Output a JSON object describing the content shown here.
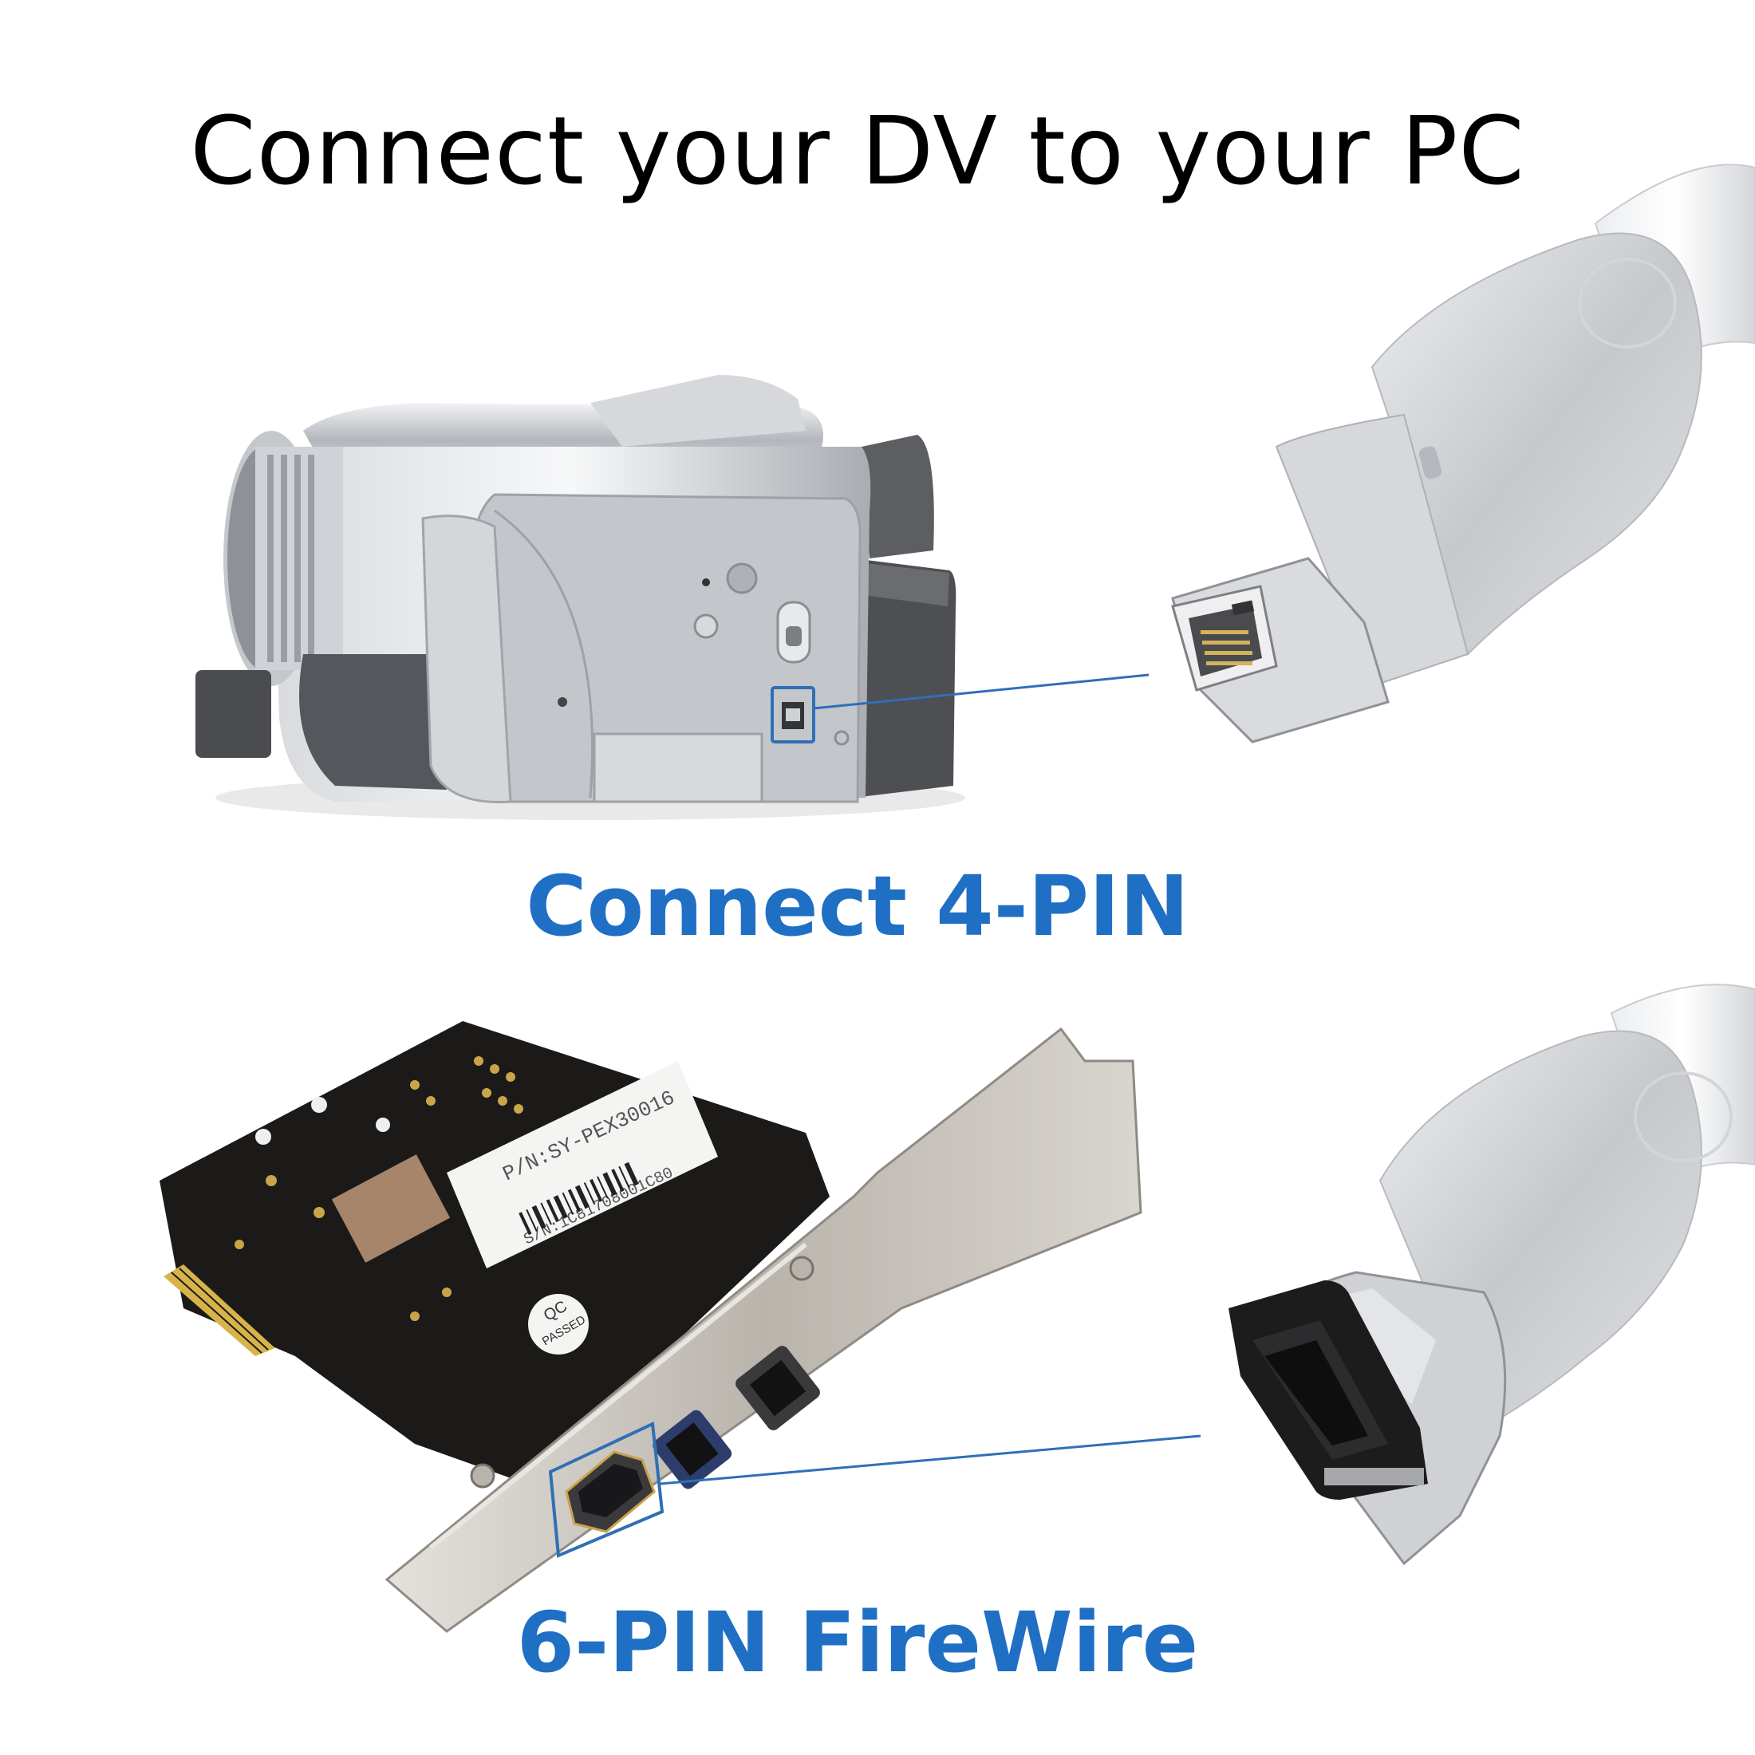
{
  "headline": "Connect your DV to your PC",
  "captions": {
    "top": "Connect 4-PIN",
    "bottom": "6-PIN FireWire"
  },
  "colors": {
    "caption": "#1f6fc4",
    "callout": "#2f6fb6",
    "pcb": "#1b1a18",
    "bracket": "#c9c4bc",
    "camcorder": "#b9bcc2",
    "plug_shell": "#c8c9cc"
  },
  "card_label": {
    "pn": "P/N:SY-PEX30016",
    "sn": "S/N:1C81708001C80",
    "qc_line1": "QC",
    "qc_line2": "PASSED"
  },
  "icons": [
    "camcorder-icon",
    "pcie-card-icon",
    "firewire-4pin-plug-icon",
    "firewire-6pin-plug-icon"
  ]
}
